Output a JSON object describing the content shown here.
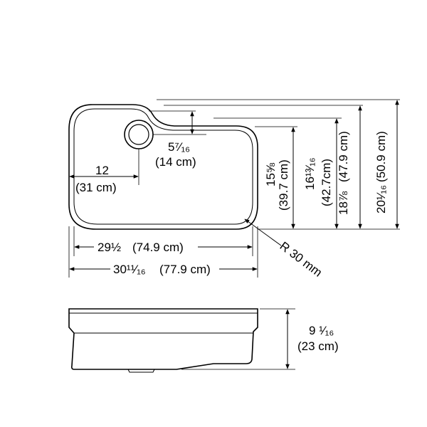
{
  "top_view": {
    "drain_offset": {
      "main": "5⁷⁄₁₆",
      "metric": "(14 cm)"
    },
    "drain_from_left": {
      "main": "12",
      "metric": "(31 cm)"
    },
    "width_inner": {
      "main": "29½",
      "metric": "(74.9 cm)"
    },
    "width_outer": {
      "main": "30¹¹⁄₁₆",
      "metric": "(77.9 cm)"
    },
    "depth_1": {
      "main": "15⅝",
      "metric": "(39.7 cm)"
    },
    "depth_2": {
      "main": "16¹³⁄₁₆",
      "metric": "(42.7cm)"
    },
    "depth_3": {
      "main": "18⅞",
      "metric": "(47.9 cm)"
    },
    "depth_4": {
      "main": "20¹⁄₁₆",
      "metric": "(50.9 cm)"
    },
    "corner_radius": "R 30 mm"
  },
  "side_view": {
    "height": {
      "main": "9 ¹⁄₁₆",
      "metric": "(23 cm)"
    }
  }
}
